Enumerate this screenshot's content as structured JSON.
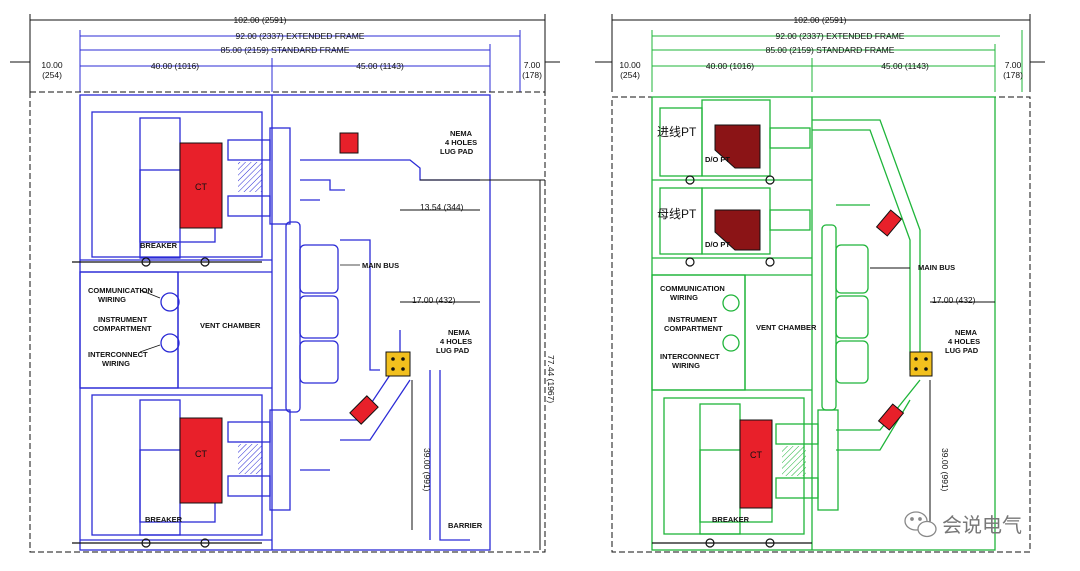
{
  "colors": {
    "left_line": "#2b2bd6",
    "right_line": "#1fb53a",
    "black": "#111111",
    "ct_red": "#e8202a",
    "pt_dark": "#8b1416",
    "lug_yellow": "#f2c01e"
  },
  "dims": {
    "overall": "102.00 (2591)",
    "extended": "92.00 (2337) EXTENDED FRAME",
    "standard": "85.00 (2159) STANDARD FRAME",
    "left_ext": "10.00",
    "left_ext_mm": "(254)",
    "right_ext": "7.00",
    "right_ext_mm": "(178)",
    "left_section": "40.00 (1016)",
    "right_section": "45.00 (1143)",
    "height": "77.44 (1967)",
    "lug_upper": "13.54 (344)",
    "lug_lower": "17.00 (432)",
    "lug_height": "39.00 (991)"
  },
  "labels": {
    "nema_line1": "NEMA",
    "nema_line2": "4 HOLES",
    "nema_line3": "LUG PAD",
    "main_bus": "MAIN BUS",
    "breaker": "BREAKER",
    "ct": "CT",
    "comm_line1": "COMMUNICATION",
    "comm_line2": "WIRING",
    "instr_line1": "INSTRUMENT",
    "instr_line2": "COMPARTMENT",
    "vent": "VENT CHAMBER",
    "inter_line1": "INTERCONNECT",
    "inter_line2": "WIRING",
    "barrier": "BARRIER",
    "do_pt": "D/O PT",
    "incoming_pt": "进线PT",
    "bus_pt": "母线PT"
  },
  "watermark": {
    "icon": "wechat-icon",
    "text": "会说电气"
  }
}
